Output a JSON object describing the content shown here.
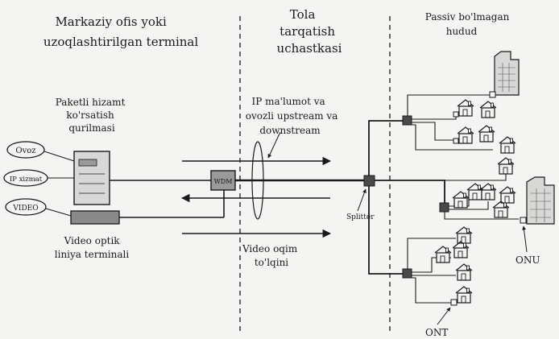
{
  "regions": {
    "central_office": [
      "Markaziy ofis yoki",
      "uzoqlashtirilgan terminal"
    ],
    "fiber_distribution": [
      "Tola",
      "tarqatish",
      "uchastkasi"
    ],
    "passive_area": [
      "Passiv bo'lmagan",
      "hudud"
    ]
  },
  "labels": {
    "packet_device": [
      "Paketli hizamt",
      "ko'rsatish",
      "qurilmasi"
    ],
    "ip_data": [
      "IP ma'lumot va",
      "ovozli upstream va",
      "downstream"
    ],
    "video_terminal": [
      "Video optik",
      "liniya terminali"
    ],
    "video_wave": [
      "Video oqim",
      "to'lqini"
    ],
    "wdm": "WDM",
    "splitter": "Splitter",
    "onu": "ONU",
    "ont": "ONT"
  },
  "inputs": {
    "voice": "Ovoz",
    "ip": "IP xizmat",
    "video": "VIDEO"
  },
  "colors": {
    "ink": "#1a1a1a",
    "paper": "#f4f4f2",
    "equipment": "#8a8a8a"
  }
}
